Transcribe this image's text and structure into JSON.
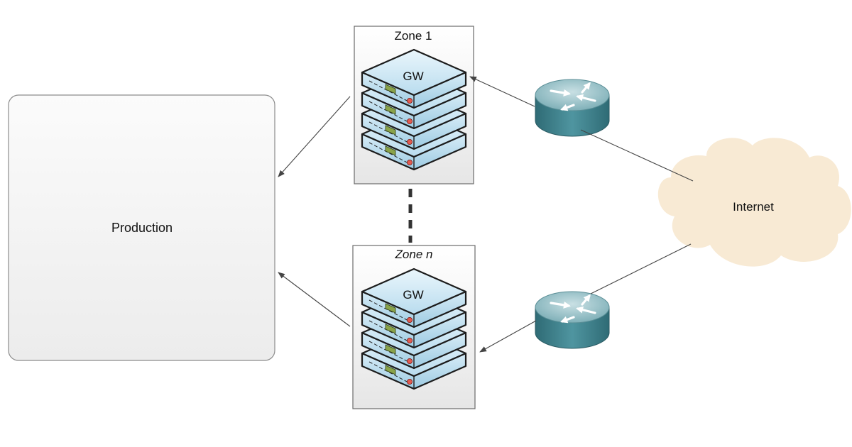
{
  "production": {
    "label": "Production"
  },
  "zones": [
    {
      "label": "Zone 1",
      "gateway_label": "GW",
      "italic": false
    },
    {
      "label": "Zone n",
      "gateway_label": "GW",
      "italic": true
    }
  ],
  "internet": {
    "label": "Internet"
  },
  "routers": [
    {
      "icon": "router-icon"
    },
    {
      "icon": "router-icon"
    }
  ],
  "colors": {
    "production_fill": "#f2f2f2",
    "production_stroke": "#8c8c8c",
    "zone_stroke": "#6b6b6b",
    "server_fill_top": "#e3f2fa",
    "server_fill_bottom": "#a9d3e8",
    "server_stroke": "#1c1c1c",
    "router_top": "#a9c9cf",
    "router_side": "#3f7e89",
    "cloud_fill": "#f8ead4",
    "arrow": "#444444"
  }
}
